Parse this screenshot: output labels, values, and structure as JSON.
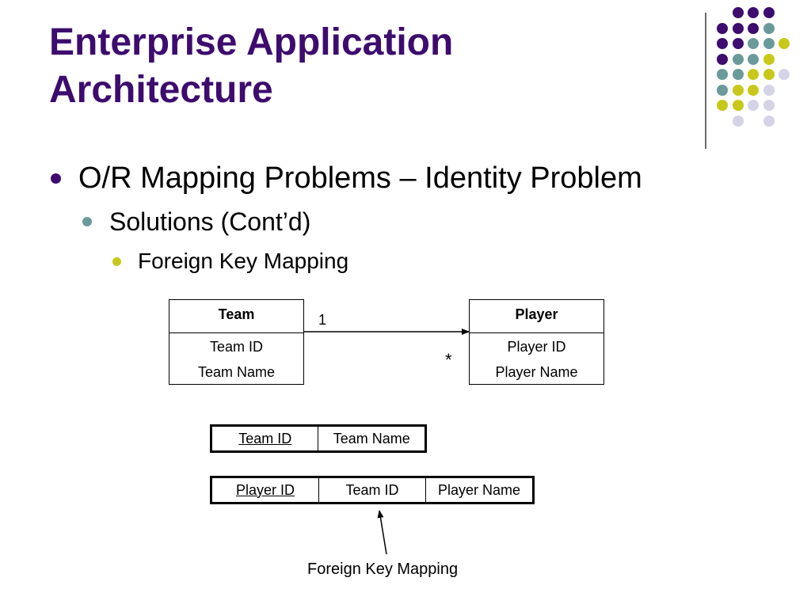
{
  "slide": {
    "title_line1": "Enterprise Application",
    "title_line2": "Architecture",
    "bullets": {
      "level1": "O/R Mapping Problems – Identity Problem",
      "level2": "Solutions (Cont’d)",
      "level3": "Foreign Key Mapping"
    }
  },
  "colors": {
    "title": "#3d0c6e",
    "purple": "#3d0c6e",
    "teal": "#6b9a9a",
    "yellow_green": "#c8c81a",
    "lavender": "#d4d4e6",
    "bullet1": "#3d0c6e",
    "bullet2": "#6b9a9a",
    "bullet3": "#c8c81a"
  },
  "uml": {
    "team": {
      "name": "Team",
      "attributes": [
        "Team ID",
        "Team Name"
      ]
    },
    "player": {
      "name": "Player",
      "attributes": [
        "Player ID",
        "Player Name"
      ]
    },
    "association": {
      "source_multiplicity": "1",
      "target_multiplicity": "*"
    }
  },
  "tables": {
    "team": {
      "columns": [
        "Team ID",
        "Team Name"
      ],
      "primary_key": "Team ID"
    },
    "player": {
      "columns": [
        "Player ID",
        "Team ID",
        "Player Name"
      ],
      "primary_key": "Player ID"
    }
  },
  "annotation": {
    "label": "Foreign Key Mapping"
  }
}
